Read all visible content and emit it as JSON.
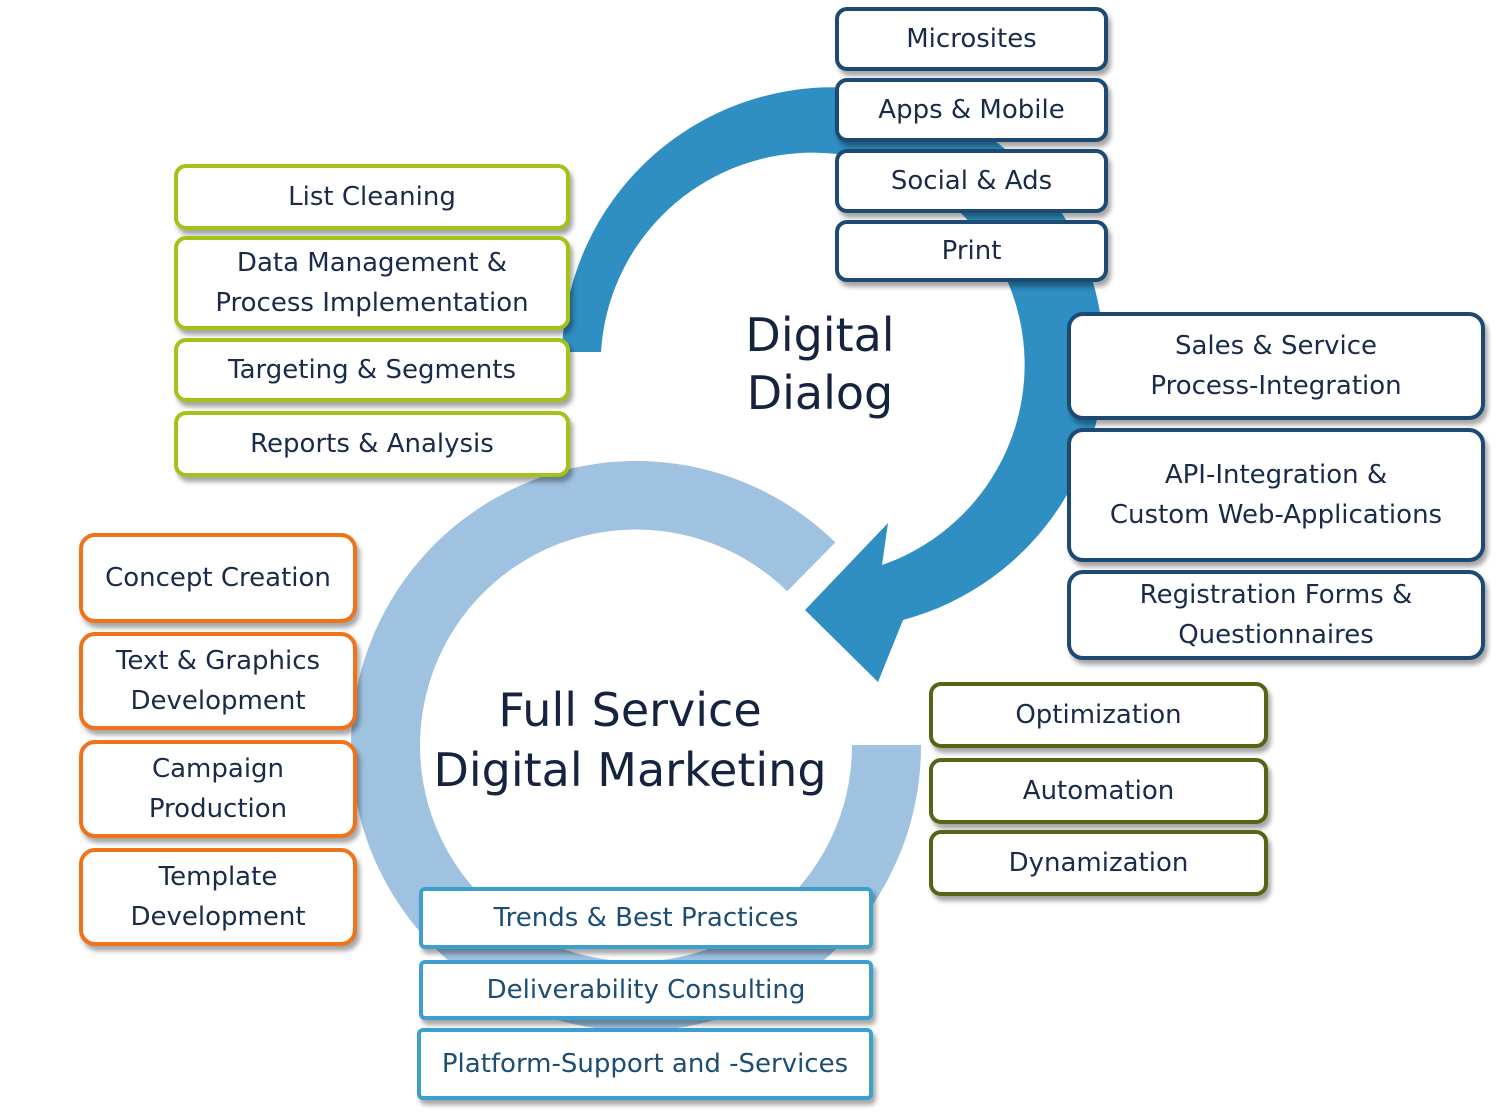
{
  "colors": {
    "dialog_ring": "#2f8ec2",
    "marketing_ring": "#9fc2e1",
    "navy": "#1d4a72",
    "lime": "#a3c21a",
    "orange": "#f0731c",
    "olive": "#566416",
    "sky": "#3d9fd0"
  },
  "center": {
    "dialog": [
      "Digital",
      "Dialog"
    ],
    "marketing": [
      "Full Service",
      "Digital Marketing"
    ]
  },
  "groups": {
    "channels": [
      "Microsites",
      "Apps & Mobile",
      "Social & Ads",
      "Print"
    ],
    "data": [
      [
        "List Cleaning"
      ],
      [
        "Data Management &",
        "Process Implementation"
      ],
      [
        "Targeting & Segments"
      ],
      [
        "Reports & Analysis"
      ]
    ],
    "integration": [
      [
        "Sales & Service",
        "Process-Integration"
      ],
      [
        "API-Integration &",
        "Custom Web-Applications"
      ],
      [
        "Registration Forms &",
        "Questionnaires"
      ]
    ],
    "creation": [
      [
        "Concept Creation"
      ],
      [
        "Text & Graphics",
        "Development"
      ],
      [
        "Campaign",
        "Production"
      ],
      [
        "Template",
        "Development"
      ]
    ],
    "optimization": [
      "Optimization",
      "Automation",
      "Dynamization"
    ],
    "consulting": [
      "Trends & Best Practices",
      "Deliverability Consulting",
      "Platform-Support and -Services"
    ]
  }
}
